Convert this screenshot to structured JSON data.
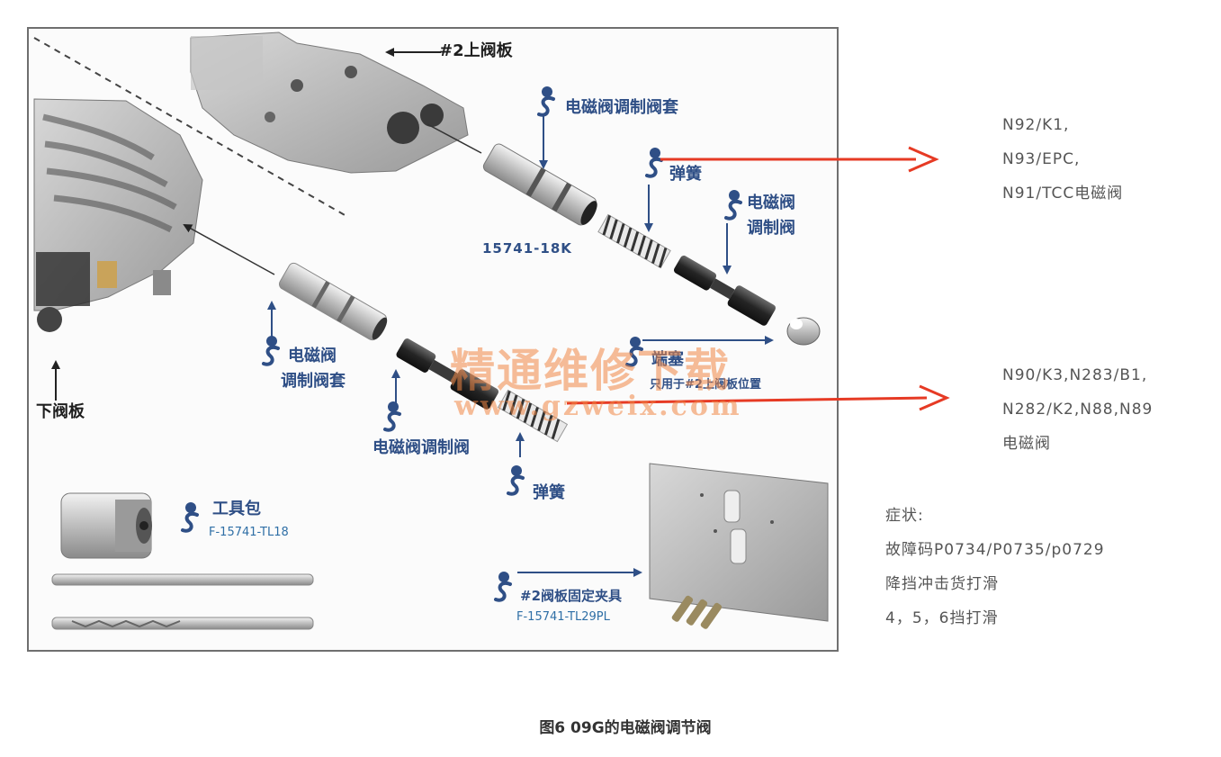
{
  "labels": {
    "upper_plate": "#2上阀板",
    "upper_sleeve": "电磁阀调制阀套",
    "upper_spring": "弹簧",
    "upper_valve_line1": "电磁阀",
    "upper_valve_line2": "调制阀",
    "part_number": "15741-18K",
    "plug": "端塞",
    "plug_note": "只用于#2上阀板位置",
    "lower_sleeve_line1": "电磁阀",
    "lower_sleeve_line2": "调制阀套",
    "lower_plate": "下阀板",
    "lower_valve": "电磁阀调制阀",
    "lower_spring": "弹簧",
    "tool_kit": "工具包",
    "tool_kit_pn": "F-15741-TL18",
    "fixture": "#2阀板固定夹具",
    "fixture_pn": "F-15741-TL29PL"
  },
  "side_notes": {
    "group1": [
      "N92/K1,",
      "N93/EPC,",
      "N91/TCC电磁阀"
    ],
    "group2": [
      "N90/K3,N283/B1,",
      "N282/K2,N88,N89",
      "电磁阀"
    ],
    "symptoms": [
      "症状:",
      "故障码P0734/P0735/p0729",
      "降挡冲击货打滑",
      "4，5，6挡打滑"
    ]
  },
  "watermark": {
    "title": "精通维修下载",
    "url": "www.gzweix.com"
  },
  "caption": "图6  09G的电磁阀调节阀",
  "colors": {
    "label_blue": "#2f4f86",
    "arrow_red": "#e63a24",
    "metal": "#c8c8c8",
    "watermark": "#f08746"
  },
  "icons": [
    "sonnax-logo-icon"
  ]
}
